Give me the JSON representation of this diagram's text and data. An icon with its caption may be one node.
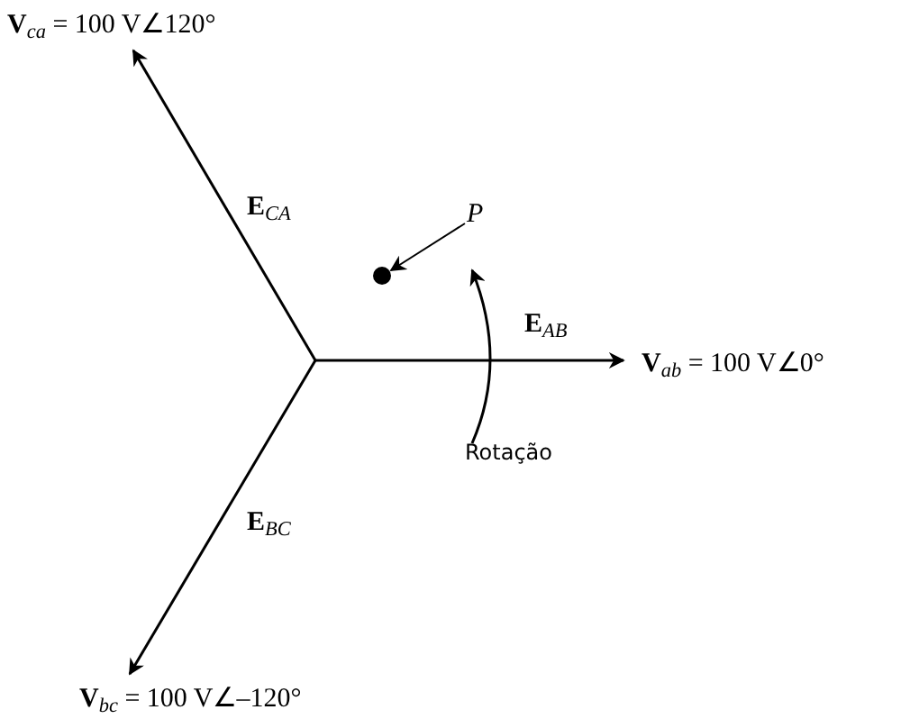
{
  "diagram": {
    "nodes": [
      {
        "text": [
          "**V**$_{ca}$ = 100 V∠120°"
        ]
      },
      {
        "text": [
          "**V**$_{ab}$ = 100 V∠0°"
        ]
      },
      {
        "text": [
          "**V**$_{bc}$ = 100 V∠–120°"
        ]
      },
      {
        "text": [
          "P"
        ]
      },
      {
        "text": [],
        "shape": "circle"
      }
    ],
    "edges": [
      {
        "from": null,
        "to": 0,
        "arrow": "to",
        "label": "**E**$_{CA}$"
      },
      {
        "from": null,
        "to": 1,
        "arrow": "to",
        "label": "**E**$_{AB}$"
      },
      {
        "from": null,
        "to": 2,
        "arrow": "to",
        "label": "**E**$_{BC}$"
      },
      {
        "from": 3,
        "to": 4,
        "arrow": "to"
      }
    ],
    "labels": [
      "Rotação"
    ]
  }
}
